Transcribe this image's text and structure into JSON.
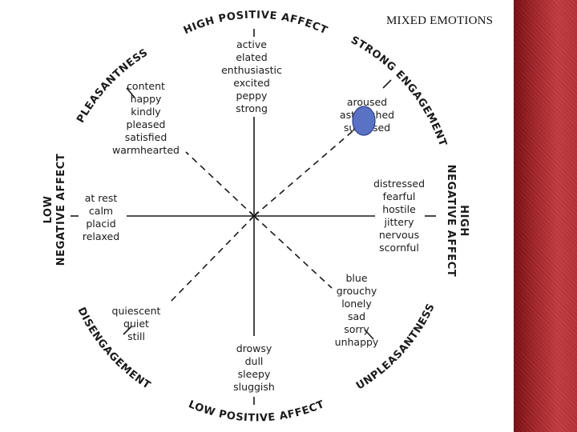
{
  "slide": {
    "title": "MIXED EMOTIONS"
  },
  "axes": {
    "high_positive_affect": "HIGH POSITIVE AFFECT",
    "low_positive_affect": "LOW POSITIVE AFFECT",
    "high_negative_affect_line1": "HIGH",
    "high_negative_affect_line2": "NEGATIVE AFFECT",
    "low_negative_affect_line1": "LOW",
    "low_negative_affect_line2": "NEGATIVE AFFECT",
    "pleasantness": "PLEASANTNESS",
    "unpleasantness": "UNPLEASANTNESS",
    "strong_engagement": "STRONG ENGAGEMENT",
    "disengagement": "DISENGAGEMENT"
  },
  "clusters": {
    "high_positive": [
      "active",
      "elated",
      "enthusiastic",
      "excited",
      "peppy",
      "strong"
    ],
    "pleasant": [
      "content",
      "happy",
      "kindly",
      "pleased",
      "satisfied",
      "warmhearted"
    ],
    "strong_engagement": [
      "aroused",
      "astonished",
      "surprised"
    ],
    "high_negative": [
      "distressed",
      "fearful",
      "hostile",
      "jittery",
      "nervous",
      "scornful"
    ],
    "low_negative": [
      "at rest",
      "calm",
      "placid",
      "relaxed"
    ],
    "unpleasant": [
      "blue",
      "grouchy",
      "lonely",
      "sad",
      "sorry",
      "unhappy"
    ],
    "disengagement": [
      "quiescent",
      "quiet",
      "still"
    ],
    "low_positive": [
      "drowsy",
      "dull",
      "sleepy",
      "sluggish"
    ]
  },
  "colors": {
    "marker_fill": "#5a72c4",
    "marker_stroke": "#2e418a",
    "panel_dark": "#7a0e12",
    "panel_light": "#c23b40"
  }
}
